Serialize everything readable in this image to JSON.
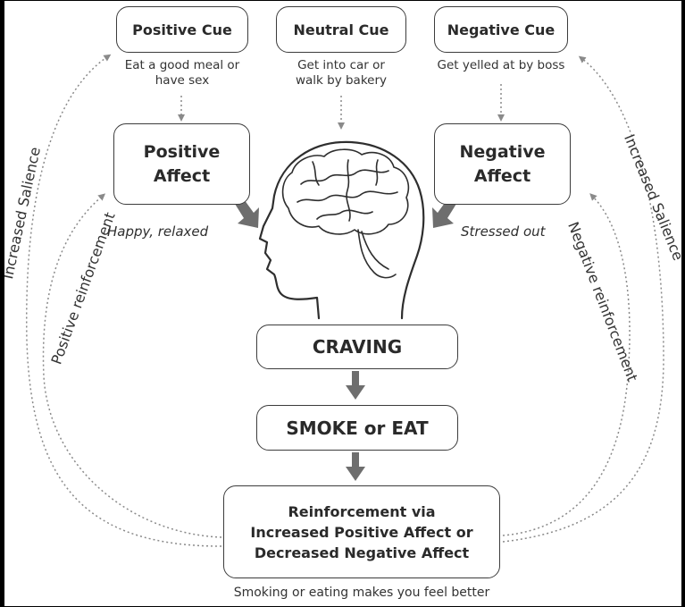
{
  "cues": {
    "positive": {
      "title": "Positive Cue",
      "example_1": "Eat a good meal or",
      "example_2": "have sex"
    },
    "neutral": {
      "title": "Neutral Cue",
      "example_1": "Get into car or",
      "example_2": "walk by bakery"
    },
    "negative": {
      "title": "Negative Cue",
      "example_1": "Get yelled at by boss"
    }
  },
  "affects": {
    "positive": {
      "line_1": "Positive",
      "line_2": "Affect",
      "feeling": "Happy, relaxed"
    },
    "negative": {
      "line_1": "Negative",
      "line_2": "Affect",
      "feeling": "Stressed out"
    }
  },
  "steps": {
    "craving": "CRAVING",
    "action": "SMOKE or EAT"
  },
  "reinforcement": {
    "line_1": "Reinforcement via",
    "line_2": "Increased Positive Affect or",
    "line_3": "Decreased Negative Affect",
    "caption": "Smoking or eating makes you feel better"
  },
  "loops": {
    "left_outer": "Increased Salience",
    "left_inner": "Positive reinforcement",
    "right_outer": "Increased Salience",
    "right_inner": "Negative reinforcement"
  },
  "colors": {
    "outline": "#3c3c3c",
    "arrow": "#6e6e6e",
    "dotted": "#8a8a8a",
    "frame": "#000000"
  }
}
